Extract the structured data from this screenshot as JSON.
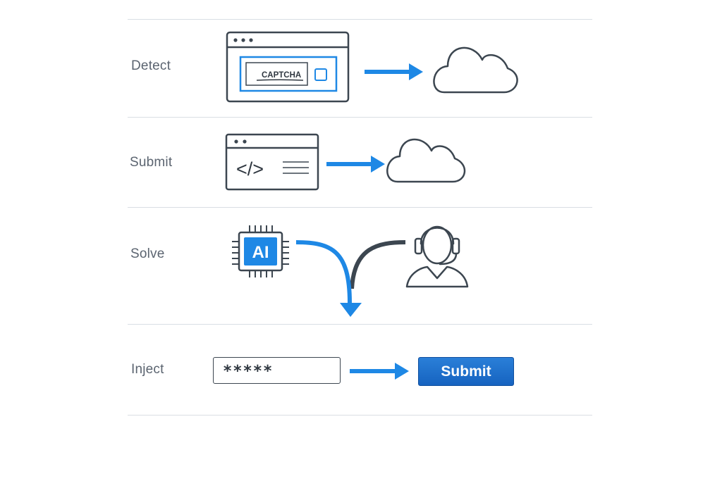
{
  "steps": {
    "detect": {
      "label": "Detect",
      "captcha_text": "CAPTCHA"
    },
    "submit": {
      "label": "Submit",
      "code_glyph": "</>"
    },
    "solve": {
      "label": "Solve",
      "chip_text": "AI"
    },
    "inject": {
      "label": "Inject",
      "field_value": "*****",
      "button_label": "Submit"
    }
  },
  "colors": {
    "accent": "#1e88e5",
    "outline": "#3c4650",
    "divider": "#d9dee4",
    "label": "#5b6470",
    "button": "#1a6fd0"
  },
  "icons": [
    "browser-window-icon",
    "captcha-box-icon",
    "checkbox-icon",
    "cloud-icon",
    "code-window-icon",
    "ai-chip-icon",
    "human-operator-icon",
    "arrow-right-icon",
    "merge-arrow-icon"
  ]
}
